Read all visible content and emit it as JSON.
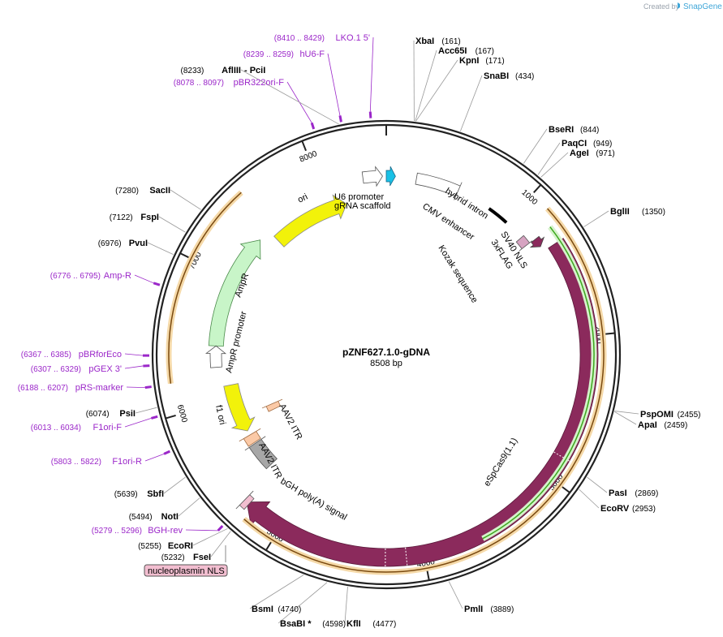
{
  "watermark": {
    "prefix": "Created by",
    "brand": "SnapGene",
    "logo_icon": "snapgene-logo-icon"
  },
  "plasmid": {
    "name": "pZNF627.1.0-gDNA",
    "length": 8508,
    "size_label": "8508 bp"
  },
  "ruler": [
    {
      "pos": 1000,
      "label": "1000"
    },
    {
      "pos": 2000,
      "label": "2000"
    },
    {
      "pos": 3000,
      "label": "3000"
    },
    {
      "pos": 4000,
      "label": "4000"
    },
    {
      "pos": 5000,
      "label": "5000"
    },
    {
      "pos": 6000,
      "label": "6000"
    },
    {
      "pos": 7000,
      "label": "7000"
    },
    {
      "pos": 8000,
      "label": "8000"
    }
  ],
  "enzymes": [
    {
      "name": "XbaI",
      "pos_label": "(161)",
      "pos": 161
    },
    {
      "name": "Acc65I",
      "pos_label": "(167)",
      "pos": 167
    },
    {
      "name": "KpnI",
      "pos_label": "(171)",
      "pos": 171
    },
    {
      "name": "SnaBI",
      "pos_label": "(434)",
      "pos": 434
    },
    {
      "name": "BseRI",
      "pos_label": "(844)",
      "pos": 844
    },
    {
      "name": "PaqCI",
      "pos_label": "(949)",
      "pos": 949
    },
    {
      "name": "AgeI",
      "pos_label": "(971)",
      "pos": 971
    },
    {
      "name": "BglII",
      "pos_label": "(1350)",
      "pos": 1350
    },
    {
      "name": "PspOMI",
      "pos_label": "(2455)",
      "pos": 2455
    },
    {
      "name": "ApaI",
      "pos_label": "(2459)",
      "pos": 2459
    },
    {
      "name": "PasI",
      "pos_label": "(2869)",
      "pos": 2869
    },
    {
      "name": "EcoRV",
      "pos_label": "(2953)",
      "pos": 2953
    },
    {
      "name": "PmlI",
      "pos_label": "(3889)",
      "pos": 3889
    },
    {
      "name": "KflI",
      "pos_label": "(4477)",
      "pos": 4477
    },
    {
      "name": "BsaBI *",
      "pos_label": "(4598)",
      "pos": 4598
    },
    {
      "name": "BsmI",
      "pos_label": "(4740)",
      "pos": 4740
    },
    {
      "name": "FseI",
      "pos_label": "(5232)",
      "pos": 5232
    },
    {
      "name": "EcoRI",
      "pos_label": "(5255)",
      "pos": 5255
    },
    {
      "name": "NotI",
      "pos_label": "(5494)",
      "pos": 5494
    },
    {
      "name": "SbfI",
      "pos_label": "(5639)",
      "pos": 5639
    },
    {
      "name": "PsiI",
      "pos_label": "(6074)",
      "pos": 6074
    },
    {
      "name": "PvuI",
      "pos_label": "(6976)",
      "pos": 6976
    },
    {
      "name": "FspI",
      "pos_label": "(7122)",
      "pos": 7122
    },
    {
      "name": "SacII",
      "pos_label": "(7280)",
      "pos": 7280
    },
    {
      "name": "AflIII",
      "pos_label": "(8233)",
      "pos": 8233,
      "suffix": " - PciI"
    }
  ],
  "primers": [
    {
      "name": "LKO.1 5'",
      "range": "(8410 .. 8429)"
    },
    {
      "name": "hU6-F",
      "range": "(8239 .. 8259)"
    },
    {
      "name": "pBR322ori-F",
      "range": "(8078 .. 8097)"
    },
    {
      "name": "Amp-R",
      "range": "(6776 .. 6795)"
    },
    {
      "name": "pBRforEco",
      "range": "(6367 .. 6385)"
    },
    {
      "name": "pGEX 3'",
      "range": "(6307 .. 6329)"
    },
    {
      "name": "pRS-marker",
      "range": "(6188 .. 6207)"
    },
    {
      "name": "F1ori-F",
      "range": "(6013 .. 6034)"
    },
    {
      "name": "F1ori-R",
      "range": "(5803 .. 5822)"
    },
    {
      "name": "BGH-rev",
      "range": "(5279 .. 5296)"
    }
  ],
  "features": {
    "u6_promoter": "U6 promoter",
    "grna_scaffold": "gRNA scaffold",
    "cmv_enhancer": "CMV enhancer",
    "hybrid_intron": "hybrid intron",
    "sv40_nls": "SV40 NLS",
    "flag": "3xFLAG",
    "kozak": "Kozak sequence",
    "espcas9": "eSpCas9(1.1)",
    "nucleoplasmin_nls": "nucleoplasmin NLS",
    "bgh_polya": "bGH poly(A) signal",
    "aav2_itr_1": "AAV2 ITR",
    "aav2_itr_2": "AAV2 ITR",
    "f1_ori": "f1 ori",
    "ampr_promoter": "AmpR promoter",
    "ampr": "AmpR",
    "ori": "ori"
  },
  "colors": {
    "backbone": "#222222",
    "primer": "#9b27c9",
    "cas9": "#8b2a5c",
    "orf_orange": "#e69a33",
    "orf_green": "#3aa81b",
    "ori_yellow": "#f2f20a",
    "ampr_green": "#c8f5c8",
    "grna_cyan": "#19c1e6",
    "itr_peach": "#fbc9a6",
    "bgh_gray": "#a7a7a7",
    "sv40_pink": "#d6a3c1",
    "nucleo_pink": "#f2bed0"
  }
}
